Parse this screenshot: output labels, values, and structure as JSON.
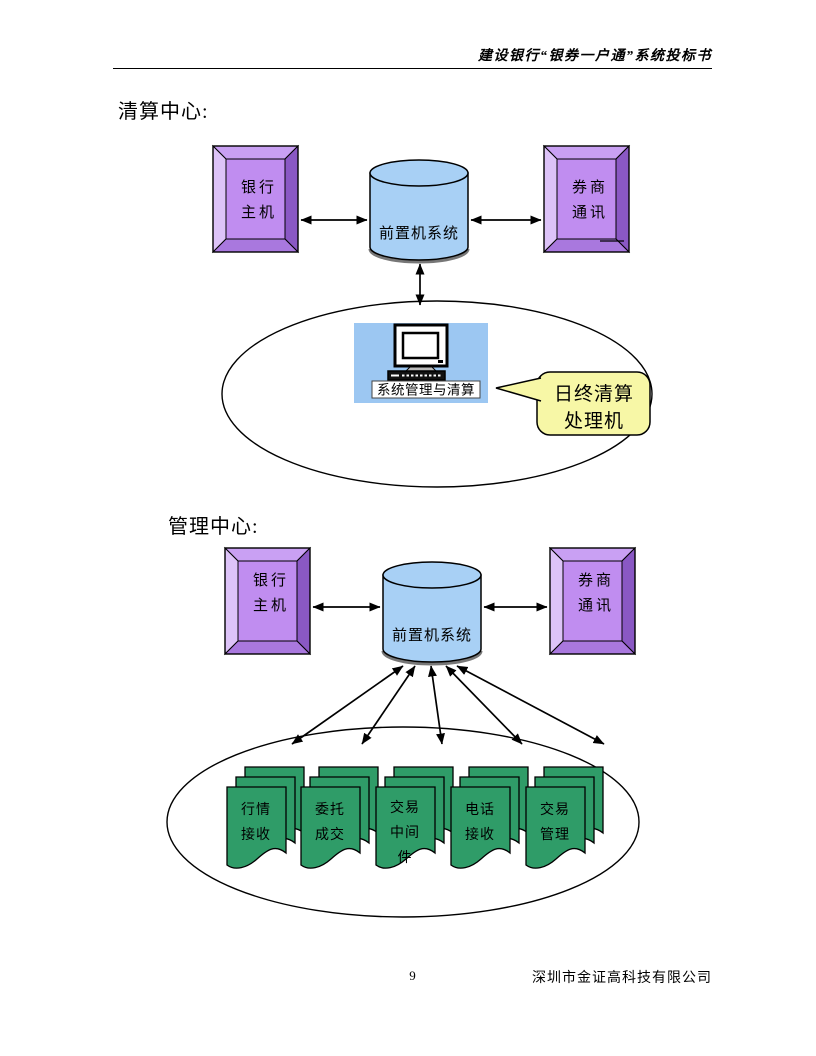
{
  "header": {
    "title": "建设银行“银券一户通”系统投标书"
  },
  "sections": {
    "clearing": {
      "heading": "清算中心:"
    },
    "management": {
      "heading": "管理中心:"
    }
  },
  "diagrams": {
    "clearing": {
      "bank_host": {
        "lines": [
          "银行",
          "主机"
        ]
      },
      "front_system": "前置机系统",
      "broker_comm": {
        "lines": [
          "券商",
          "通讯"
        ]
      },
      "workstation_label": "系统管理与清算",
      "callout": {
        "lines": [
          "日终清算",
          "处理机"
        ]
      }
    },
    "management": {
      "bank_host": {
        "lines": [
          "银行",
          "主机"
        ]
      },
      "front_system": "前置机系统",
      "broker_comm": {
        "lines": [
          "券商",
          "通讯"
        ]
      },
      "documents": [
        {
          "name": "quote-receive",
          "lines": [
            "行情",
            "接收"
          ]
        },
        {
          "name": "order-execution",
          "lines": [
            "委托",
            "成交"
          ]
        },
        {
          "name": "trade-middleware",
          "lines": [
            "交易",
            "中间",
            "件"
          ]
        },
        {
          "name": "phone-receive",
          "lines": [
            "电话",
            "接收"
          ]
        },
        {
          "name": "trade-management",
          "lines": [
            "交易",
            "管理"
          ]
        }
      ]
    }
  },
  "footer": {
    "page_number": "9",
    "company": "深圳市金证高科技有限公司"
  },
  "colors": {
    "purple_face": "#c08df0",
    "purple_left": "#ddc3f8",
    "purple_top": "#c9a0f3",
    "purple_right": "#8a58c4",
    "purple_bottom": "#a978de",
    "cylinder_blue": "#a8d0f5",
    "panel_blue": "#9cc7f2",
    "callout_yellow": "#f7f7a6",
    "doc_green": "#2f9c68",
    "keyboard_dark": "#111111"
  }
}
